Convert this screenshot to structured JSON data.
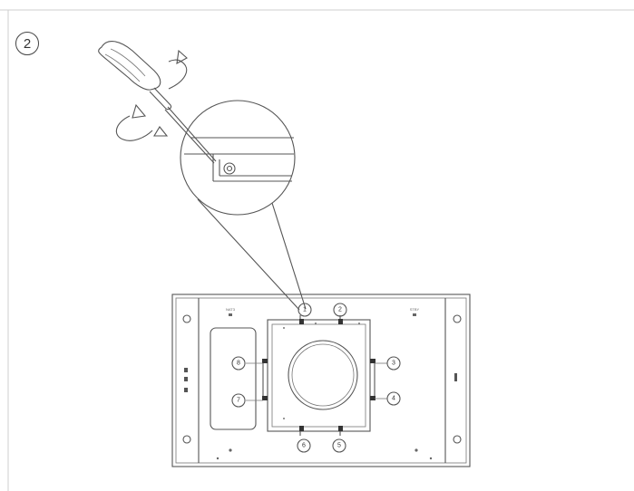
{
  "step": "2",
  "screw_labels": [
    {
      "label": "1"
    },
    {
      "label": "2"
    },
    {
      "label": "3"
    },
    {
      "label": "4"
    },
    {
      "label": "5"
    },
    {
      "label": "6"
    },
    {
      "label": "7"
    },
    {
      "label": "8"
    }
  ],
  "colors": {
    "line": "#555555",
    "border": "#cccccc"
  }
}
